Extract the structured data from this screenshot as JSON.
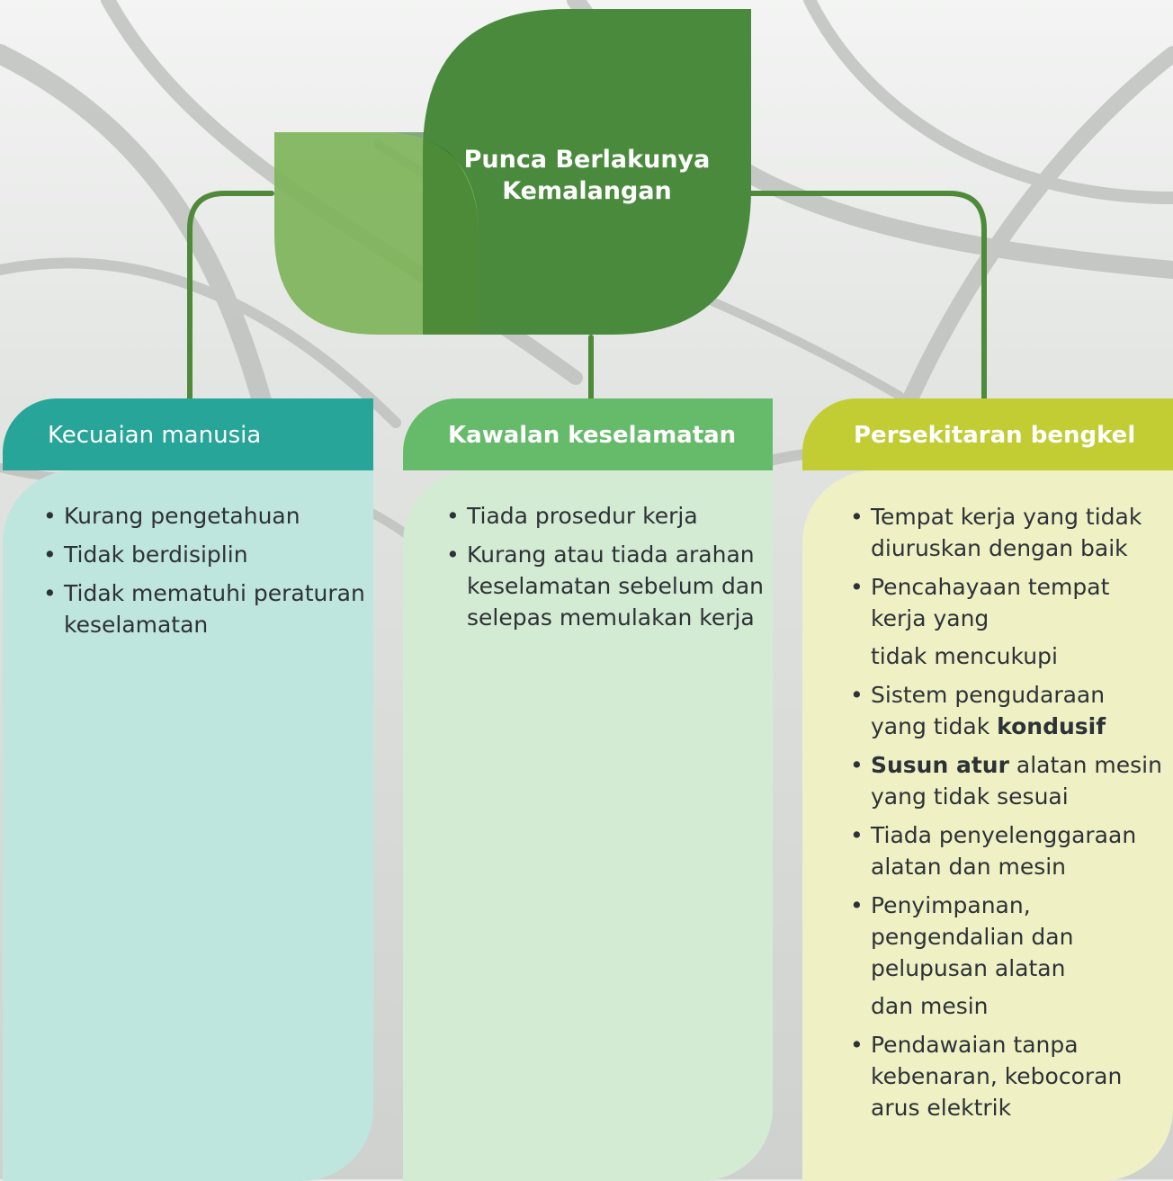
{
  "title": {
    "line1": "Punca Berlakunya",
    "line2": "Kemalangan"
  },
  "colors": {
    "leaf_dark": "#4a8a3d",
    "leaf_light": "#7cb356",
    "connector": "#4e8a3a",
    "teal": "#26a598",
    "teal_light": "#bfe5df",
    "green": "#66bb6a",
    "green_light": "#d3ead3",
    "lime": "#c2cc33",
    "lime_light": "#eff0c4"
  },
  "cards": [
    {
      "header": "Kecuaian manusia",
      "items": [
        [
          "Kurang pengetahuan"
        ],
        [
          "Tidak berdisiplin"
        ],
        [
          "Tidak mematuhi peraturan",
          "keselamatan"
        ]
      ]
    },
    {
      "header": "Kawalan keselamatan",
      "items": [
        [
          "Tiada prosedur kerja"
        ],
        [
          "Kurang atau tiada arahan",
          "keselamatan sebelum dan",
          "selepas memulakan kerja"
        ]
      ]
    },
    {
      "header": "Persekitaran bengkel",
      "items": [
        [
          "Tempat kerja yang tidak",
          "diuruskan dengan baik"
        ],
        [
          "Pencahayaan tempat",
          "kerja yang",
          "tidak mencukupi"
        ],
        [
          "Sistem pengudaraan",
          "yang tidak",
          "kondusif"
        ],
        [
          "Susun atur",
          "alatan mesin",
          "yang tidak sesuai"
        ],
        [
          "Tiada penyelenggaraan",
          "alatan dan mesin"
        ],
        [
          "Penyimpanan,",
          "pengendalian dan",
          "pelupusan alatan",
          "dan mesin"
        ],
        [
          "Pendawaian tanpa",
          "kebenaran, kebocoran",
          "arus elektrik"
        ]
      ]
    }
  ]
}
